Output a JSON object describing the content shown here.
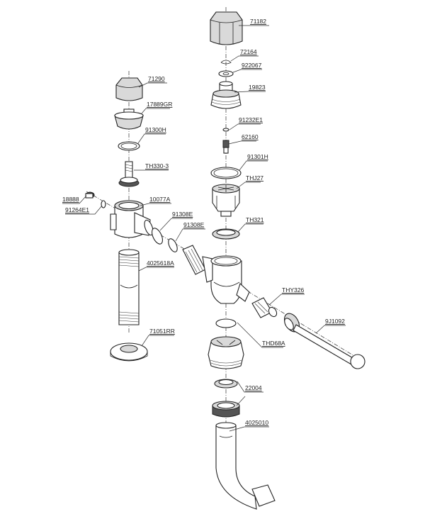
{
  "labels": {
    "p71182": "71182",
    "p72164": "72164",
    "p922067": "922067",
    "p19823": "19823",
    "p91232E1": "91232E1",
    "p62160": "62160",
    "p91301H": "91301H",
    "pTHJ27": "THJ27",
    "pTH321": "TH321",
    "p71290": "71290",
    "p17889GR": "17889GR",
    "p91300H": "91300H",
    "pTH330_3": "TH330-3",
    "p18888": "18888",
    "p91264E1": "91264E1",
    "p10077A": "10077A",
    "p91308E_a": "91308E",
    "p91308E_b": "91308E",
    "p4025618A": "4025618A",
    "p71051RR": "71051RR",
    "pTHY326": "THY326",
    "p9J1092": "9J1092",
    "pTHD68A": "THD68A",
    "p22004": "22004",
    "p4025010": "4025010"
  }
}
